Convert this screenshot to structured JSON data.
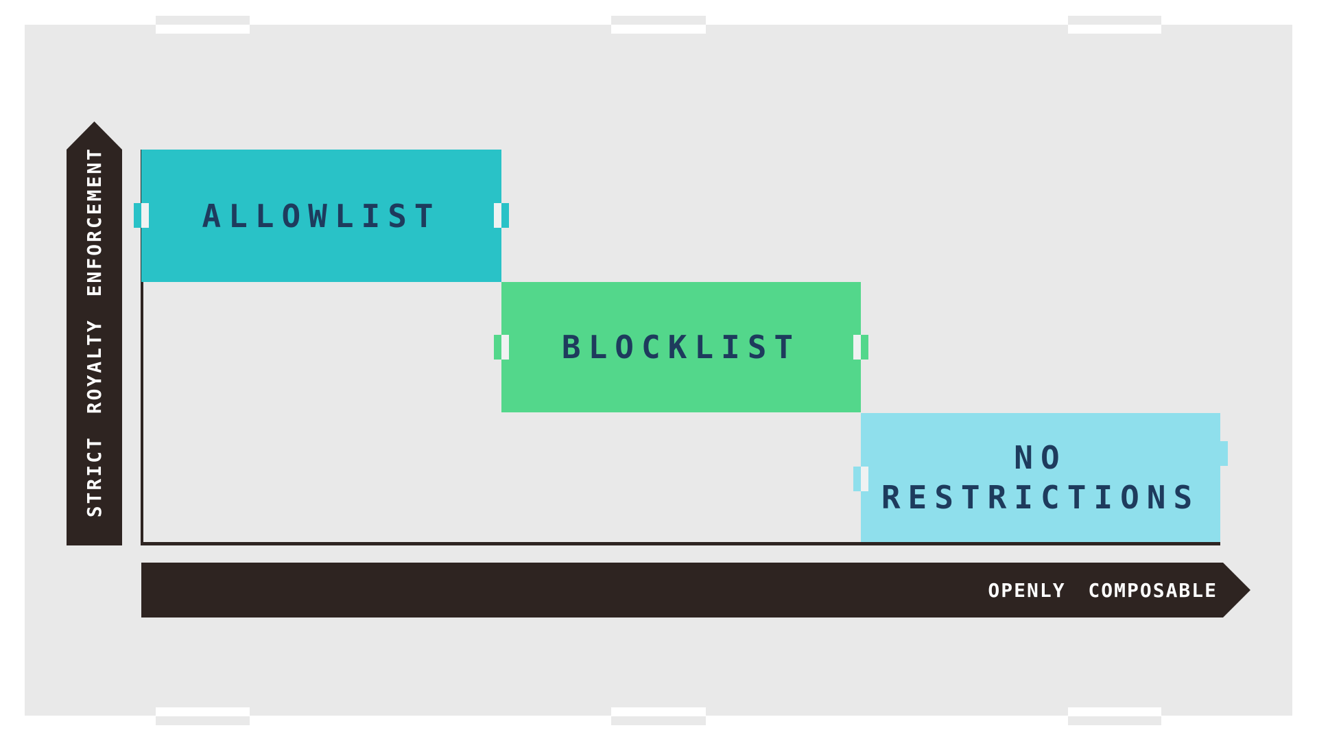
{
  "y_axis": {
    "label": "STRICT ROYALTY ENFORCEMENT"
  },
  "x_axis": {
    "label": "OPENLY COMPOSABLE"
  },
  "boxes": [
    {
      "id": "allowlist",
      "label": "ALLOWLIST",
      "color": "#29C2C7"
    },
    {
      "id": "blocklist",
      "label": "BLOCKLIST",
      "color": "#53D78B"
    },
    {
      "id": "no_restrictions",
      "label": "NO RESTRICTIONS",
      "color": "#8FDFEC"
    }
  ],
  "colors": {
    "background": "#E9E9E9",
    "frame": "#FFFFFF",
    "axis": "#2E2421",
    "axis_text": "#FFFFFF",
    "label_text": "#1E3B5D",
    "handle_inner": "#EFF2F2",
    "allowlist": "#29C2C7",
    "blocklist": "#53D78B",
    "no_restrictions": "#8FDFEC"
  }
}
